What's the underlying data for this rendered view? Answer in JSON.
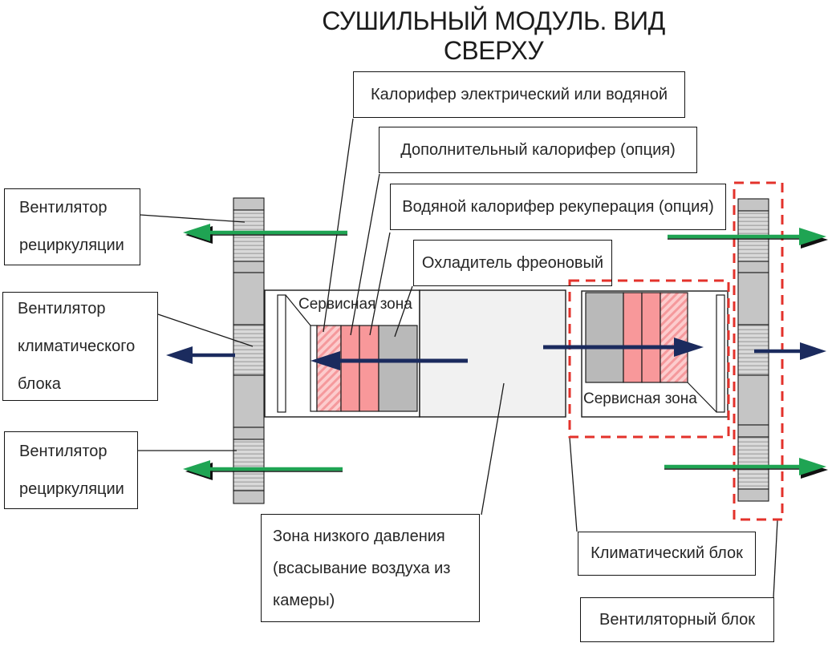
{
  "title": "СУШИЛЬНЫЙ МОДУЛЬ. ВИД СВЕРХУ",
  "labels": {
    "heater_main": "Калорифер электрический или водяной",
    "heater_additional": "Дополнительный калорифер (опция)",
    "heater_recuperation": "Водяной калорифер рекуперация (опция)",
    "cooler_freon": "Охладитель фреоновый",
    "fan_recirculation_top": "Вентилятор рециркуляции",
    "fan_climate_unit": "Вентилятор климатического блока",
    "fan_recirculation_bottom": "Вентилятор рециркуляции",
    "low_pressure_zone": "Зона низкого давления (всасывание воздуха из камеры)",
    "climate_unit": "Климатический блок",
    "fan_unit": "Вентиляторный блок",
    "service_zone_left": "Сервисная зона",
    "service_zone_right": "Сервисная зона"
  },
  "colors": {
    "green_arrow": "#1fa453",
    "navy_arrow": "#1b2b5e",
    "red_dashed": "#e3322b",
    "pink_block": "#f8989a",
    "pink_hatch_bg": "#fccccd",
    "pink_hatch_line": "#f5999c",
    "gray_block": "#b9b9b9",
    "bar_solid": "#c5c5c5",
    "bar_hatch_bg": "#d9d9d9",
    "bar_hatch_line": "#a9a9a9",
    "low_pressure_fill": "#f1f1f1",
    "outline": "#1a1a1a"
  }
}
